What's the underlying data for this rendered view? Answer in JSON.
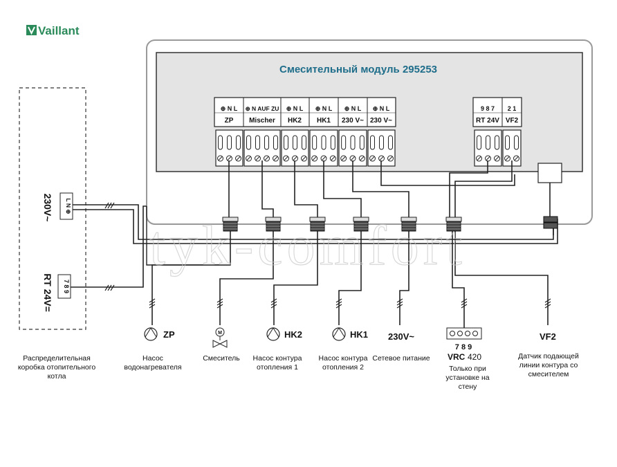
{
  "brand": "Vaillant",
  "module": {
    "title": "Смесительный модуль 295253"
  },
  "terminals": [
    {
      "id": "zp",
      "pins": "⊕ N L",
      "name": "ZP"
    },
    {
      "id": "mischer",
      "pins": "⊕ N AUF ZU",
      "name": "Mischer"
    },
    {
      "id": "hk2",
      "pins": "⊕ N L",
      "name": "HK2"
    },
    {
      "id": "hk1",
      "pins": "⊕ N L",
      "name": "HK1"
    },
    {
      "id": "pwr1",
      "pins": "⊕ N L",
      "name": "230 V~"
    },
    {
      "id": "pwr2",
      "pins": "⊕ N L",
      "name": "230 V~"
    },
    {
      "id": "rt",
      "pins": "9 8 7",
      "name": "RT 24V"
    },
    {
      "id": "vf2",
      "pins": "2 1",
      "name": "VF2"
    }
  ],
  "junction_box": {
    "mains_label": "230V~",
    "mains_pins": "L N ⊕",
    "rt_label": "RT 24V=",
    "rt_pins": "7 8 9",
    "caption": "Распределительная коробка отопительного котла"
  },
  "devices": [
    {
      "id": "zp",
      "symbol": "ZP",
      "caption": "Насос водонагревателя"
    },
    {
      "id": "mixer",
      "symbol": "M",
      "caption": "Смеситель"
    },
    {
      "id": "hk2",
      "symbol": "HK2",
      "caption": "Насос контура отопления 1"
    },
    {
      "id": "hk1",
      "symbol": "HK1",
      "caption": "Насос контура отопления 2"
    },
    {
      "id": "mains",
      "symbol": "230V~",
      "caption": "Сетевое питание"
    },
    {
      "id": "vrc",
      "symbol_pins": "7 8 9",
      "symbol_name": "VRC",
      "symbol_num": "420",
      "caption": "Только при установке на стену"
    },
    {
      "id": "vf2",
      "symbol": "VF2",
      "caption": "Датчик подающей линии контура со смесителем"
    }
  ],
  "watermark": "tyk-comfort"
}
